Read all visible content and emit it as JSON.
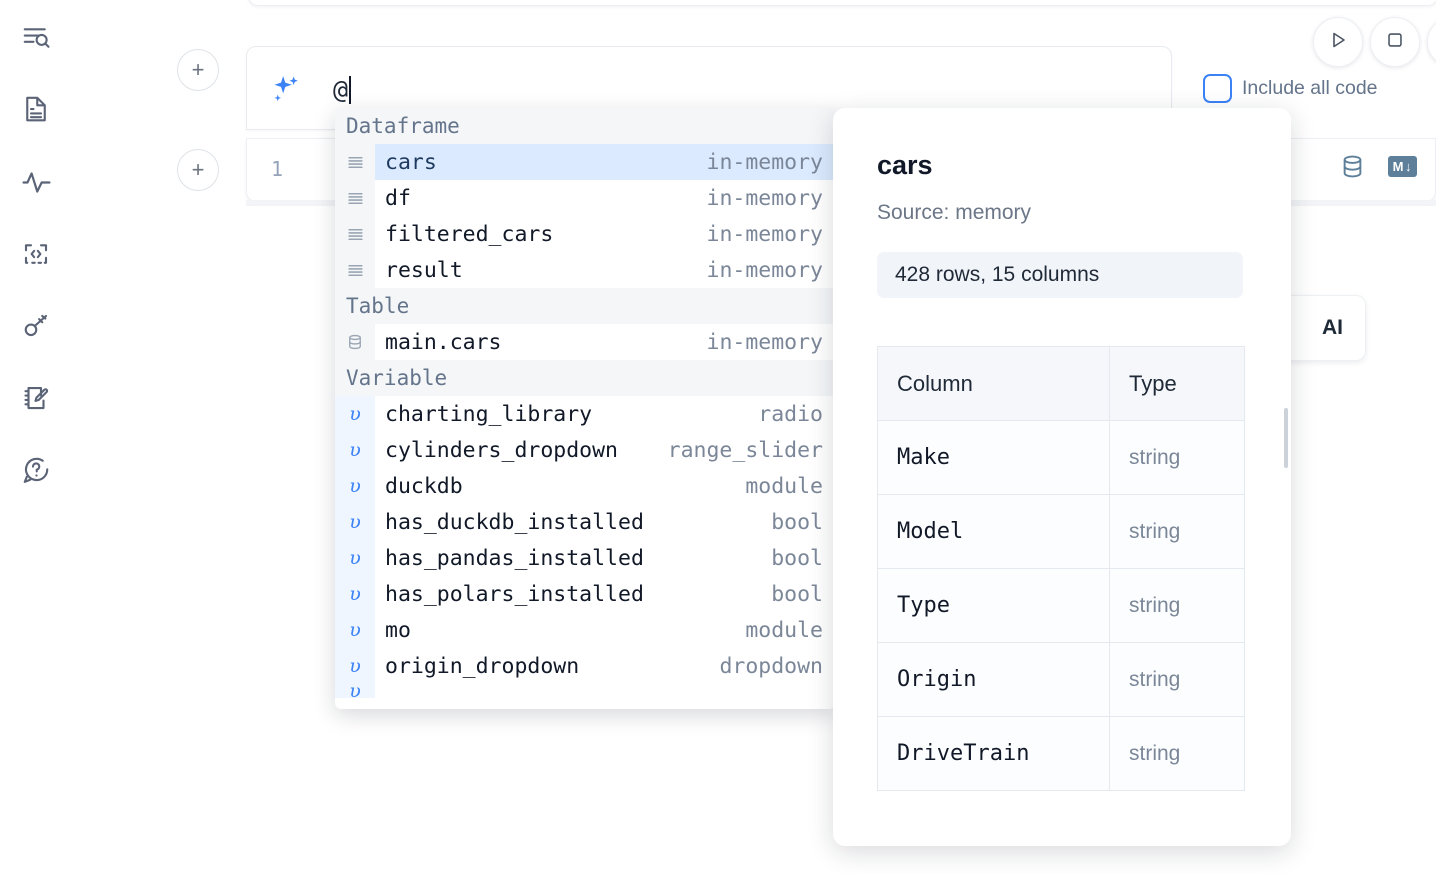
{
  "sidebar": {
    "items": [
      {
        "name": "explore-search-icon",
        "label": "Explore"
      },
      {
        "name": "file-document-icon",
        "label": "Files"
      },
      {
        "name": "activity-pulse-icon",
        "label": "Variables"
      },
      {
        "name": "code-snippet-icon",
        "label": "Snippets"
      },
      {
        "name": "key-secrets-icon",
        "label": "Secrets"
      },
      {
        "name": "scratchpad-edit-icon",
        "label": "Scratchpad"
      },
      {
        "name": "help-question-icon",
        "label": "Help"
      }
    ]
  },
  "toolbar": {
    "run_label": "Run",
    "stop_label": "Stop",
    "more_label": "More",
    "include_all_code_label": "Include all code",
    "include_all_code_checked": false,
    "accent_color": "#3b82f6"
  },
  "prompt": {
    "value": "@",
    "icon": "sparkles-icon"
  },
  "cell": {
    "line_number": "1",
    "database_icon_label": "Database",
    "markdown_badge": "M",
    "markdown_arrow": "↓"
  },
  "ai_button": {
    "label": "AI"
  },
  "autocomplete": {
    "sections": [
      {
        "title": "Dataframe",
        "icon": "dataframe-rows-icon",
        "kind": "dataframe",
        "items": [
          {
            "name": "cars",
            "type": "in-memory",
            "selected": true
          },
          {
            "name": "df",
            "type": "in-memory",
            "selected": false
          },
          {
            "name": "filtered_cars",
            "type": "in-memory",
            "selected": false
          },
          {
            "name": "result",
            "type": "in-memory",
            "selected": false
          }
        ]
      },
      {
        "title": "Table",
        "icon": "database-cylinder-icon",
        "kind": "table",
        "items": [
          {
            "name": "main.cars",
            "type": "in-memory",
            "selected": false
          }
        ]
      },
      {
        "title": "Variable",
        "icon": "variable-upsilon-icon",
        "kind": "variable",
        "items": [
          {
            "name": "charting_library",
            "type": "radio",
            "selected": false
          },
          {
            "name": "cylinders_dropdown",
            "type": "range_slider",
            "selected": false
          },
          {
            "name": "duckdb",
            "type": "module",
            "selected": false
          },
          {
            "name": "has_duckdb_installed",
            "type": "bool",
            "selected": false
          },
          {
            "name": "has_pandas_installed",
            "type": "bool",
            "selected": false
          },
          {
            "name": "has_polars_installed",
            "type": "bool",
            "selected": false
          },
          {
            "name": "mo",
            "type": "module",
            "selected": false
          },
          {
            "name": "origin_dropdown",
            "type": "dropdown",
            "selected": false
          }
        ]
      }
    ],
    "highlight_color": "#dbeafe"
  },
  "detail": {
    "title": "cars",
    "source": "Source: memory",
    "shape": "428 rows, 15 columns",
    "columns_header": "Column",
    "type_header": "Type",
    "rows": [
      {
        "column": "Make",
        "type": "string"
      },
      {
        "column": "Model",
        "type": "string"
      },
      {
        "column": "Type",
        "type": "string"
      },
      {
        "column": "Origin",
        "type": "string"
      },
      {
        "column": "DriveTrain",
        "type": "string"
      }
    ]
  }
}
